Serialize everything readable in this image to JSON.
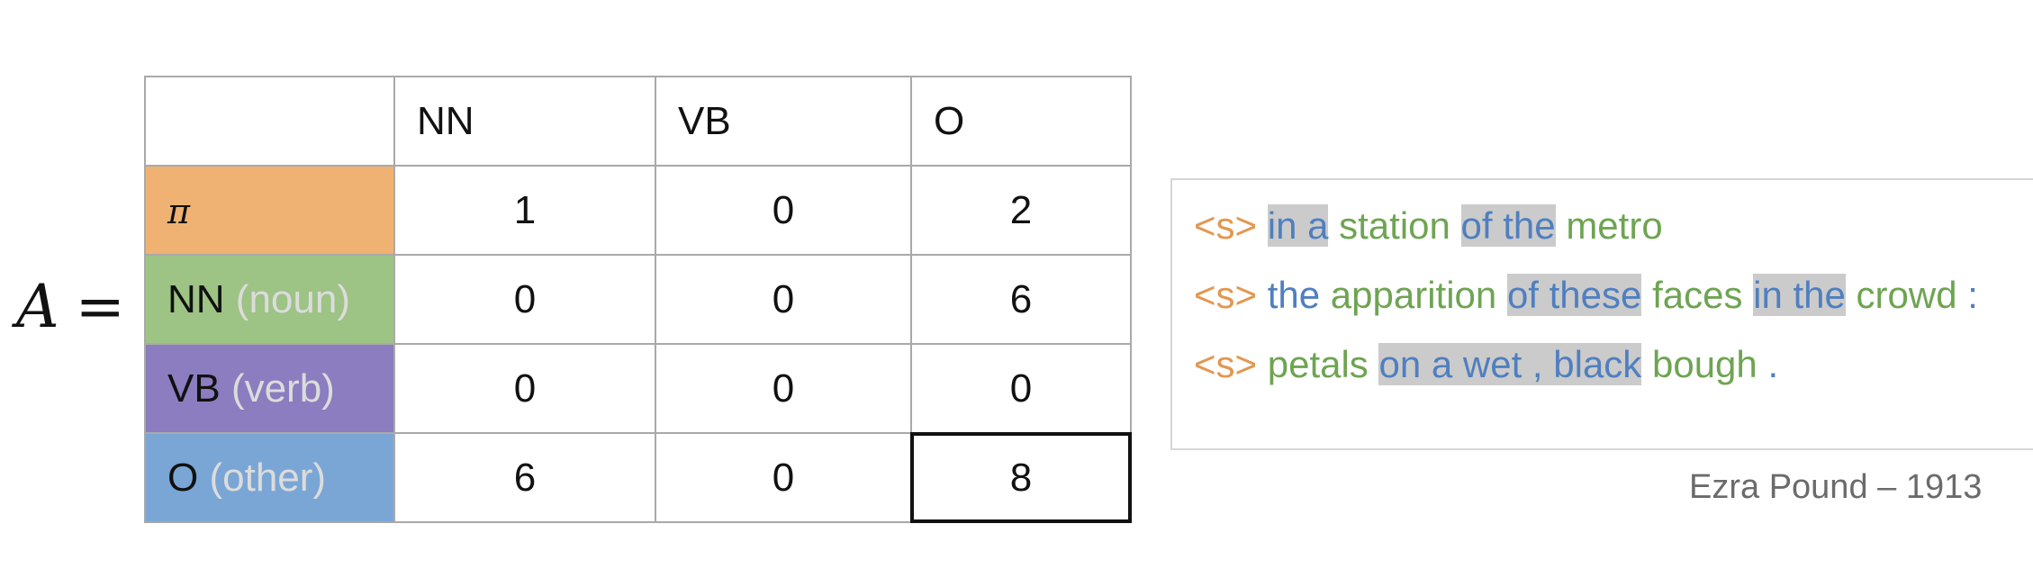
{
  "equation": {
    "variable": "A",
    "equals": "="
  },
  "matrix": {
    "columns": [
      "NN",
      "VB",
      "O"
    ],
    "rows": [
      {
        "label": "π",
        "sub": "",
        "color": "#efb272",
        "values": [
          "1",
          "0",
          "2"
        ]
      },
      {
        "label": "NN",
        "sub": "(noun)",
        "color": "#9dc385",
        "values": [
          "0",
          "0",
          "6"
        ]
      },
      {
        "label": "VB",
        "sub": "(verb)",
        "color": "#8b7dbf",
        "values": [
          "0",
          "0",
          "0"
        ]
      },
      {
        "label": "O",
        "sub": "(other)",
        "color": "#7aa6d6",
        "values": [
          "6",
          "0",
          "8"
        ]
      }
    ],
    "highlighted_cell": {
      "row": 3,
      "col": 2
    }
  },
  "sentences": [
    [
      {
        "t": "<s>",
        "c": "s",
        "h": false
      },
      {
        "t": "in a",
        "c": "b",
        "h": true
      },
      {
        "t": "station",
        "c": "g",
        "h": false
      },
      {
        "t": "of the",
        "c": "b",
        "h": true
      },
      {
        "t": "metro",
        "c": "g",
        "h": false
      }
    ],
    [
      {
        "t": "<s>",
        "c": "s",
        "h": false
      },
      {
        "t": "the",
        "c": "b",
        "h": false
      },
      {
        "t": "apparition",
        "c": "g",
        "h": false
      },
      {
        "t": "of these",
        "c": "b",
        "h": true
      },
      {
        "t": "faces",
        "c": "g",
        "h": false
      },
      {
        "t": "in the",
        "c": "b",
        "h": true
      },
      {
        "t": "crowd",
        "c": "g",
        "h": false
      },
      {
        "t": ":",
        "c": "b",
        "h": false
      }
    ],
    [
      {
        "t": "<s>",
        "c": "s",
        "h": false
      },
      {
        "t": "petals",
        "c": "g",
        "h": false
      },
      {
        "t": "on a wet , black",
        "c": "b",
        "h": true
      },
      {
        "t": "bough",
        "c": "g",
        "h": false
      },
      {
        "t": ".",
        "c": "b",
        "h": false
      }
    ]
  ],
  "caption": "Ezra Pound – 1913"
}
